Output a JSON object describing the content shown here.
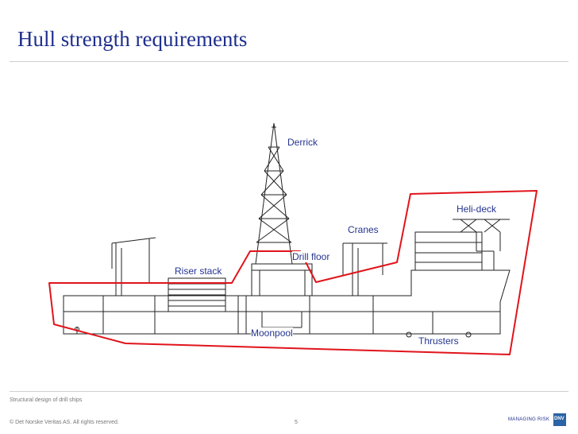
{
  "slide": {
    "title": "Hull strength requirements",
    "page_number": "5"
  },
  "labels": {
    "derrick": "Derrick",
    "heli_deck": "Heli-deck",
    "cranes": "Cranes",
    "drill_floor": "Drill floor",
    "riser_stack": "Riser stack",
    "moonpool": "Moonpool",
    "thrusters": "Thrusters"
  },
  "footer": {
    "subtitle": "Structural design of drill ships",
    "copyright": "© Det Norske Veritas AS. All rights reserved.",
    "logo_text": "MANAGING RISK",
    "logo_mark": "DNV"
  },
  "colors": {
    "title": "#1f2f8c",
    "label": "#24348f",
    "outline": "#e0141b",
    "drawing": "#222222"
  }
}
